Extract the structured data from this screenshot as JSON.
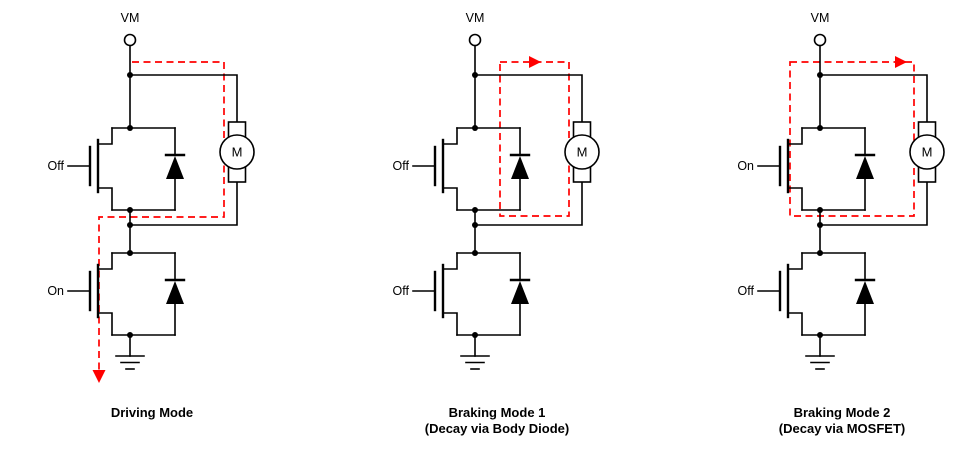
{
  "figure": {
    "background": "#ffffff",
    "wire_color": "#000000",
    "current_color": "#ff0000"
  },
  "panels": [
    {
      "vm_label": "VM",
      "motor_label": "M",
      "high_side_gate_label": "Off",
      "low_side_gate_label": "On",
      "caption_line1": "Driving Mode",
      "caption_line2": ""
    },
    {
      "vm_label": "VM",
      "motor_label": "M",
      "high_side_gate_label": "Off",
      "low_side_gate_label": "Off",
      "caption_line1": "Braking Mode 1",
      "caption_line2": "(Decay via Body Diode)"
    },
    {
      "vm_label": "VM",
      "motor_label": "M",
      "high_side_gate_label": "On",
      "low_side_gate_label": "Off",
      "caption_line1": "Braking Mode 2",
      "caption_line2": "(Decay via MOSFET)"
    }
  ]
}
